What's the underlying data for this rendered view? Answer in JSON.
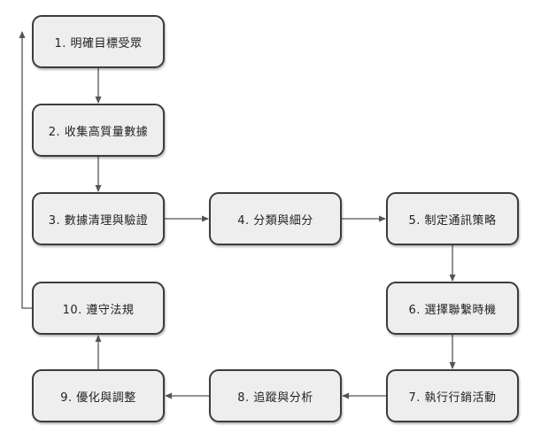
{
  "diagram": {
    "nodes": [
      {
        "id": "n1",
        "label": "1. 明確目標受眾"
      },
      {
        "id": "n2",
        "label": "2. 收集高質量數據"
      },
      {
        "id": "n3",
        "label": "3. 數據清理與驗證"
      },
      {
        "id": "n4",
        "label": "4. 分類與細分"
      },
      {
        "id": "n5",
        "label": "5. 制定通訊策略"
      },
      {
        "id": "n6",
        "label": "6. 選擇聯繫時機"
      },
      {
        "id": "n7",
        "label": "7. 執行行銷活動"
      },
      {
        "id": "n8",
        "label": "8. 追蹤與分析"
      },
      {
        "id": "n9",
        "label": "9. 優化與調整"
      },
      {
        "id": "n10",
        "label": "10. 遵守法規"
      }
    ],
    "edges": [
      {
        "from": "n1",
        "to": "n2"
      },
      {
        "from": "n2",
        "to": "n3"
      },
      {
        "from": "n3",
        "to": "n4"
      },
      {
        "from": "n4",
        "to": "n5"
      },
      {
        "from": "n5",
        "to": "n6"
      },
      {
        "from": "n6",
        "to": "n7"
      },
      {
        "from": "n7",
        "to": "n8"
      },
      {
        "from": "n8",
        "to": "n9"
      },
      {
        "from": "n9",
        "to": "n10"
      },
      {
        "from": "n10",
        "to": "n1"
      }
    ],
    "colors": {
      "node_fill": "#eeeeee",
      "node_border": "#3c3c3c",
      "edge": "#555555",
      "text": "#222222"
    }
  }
}
